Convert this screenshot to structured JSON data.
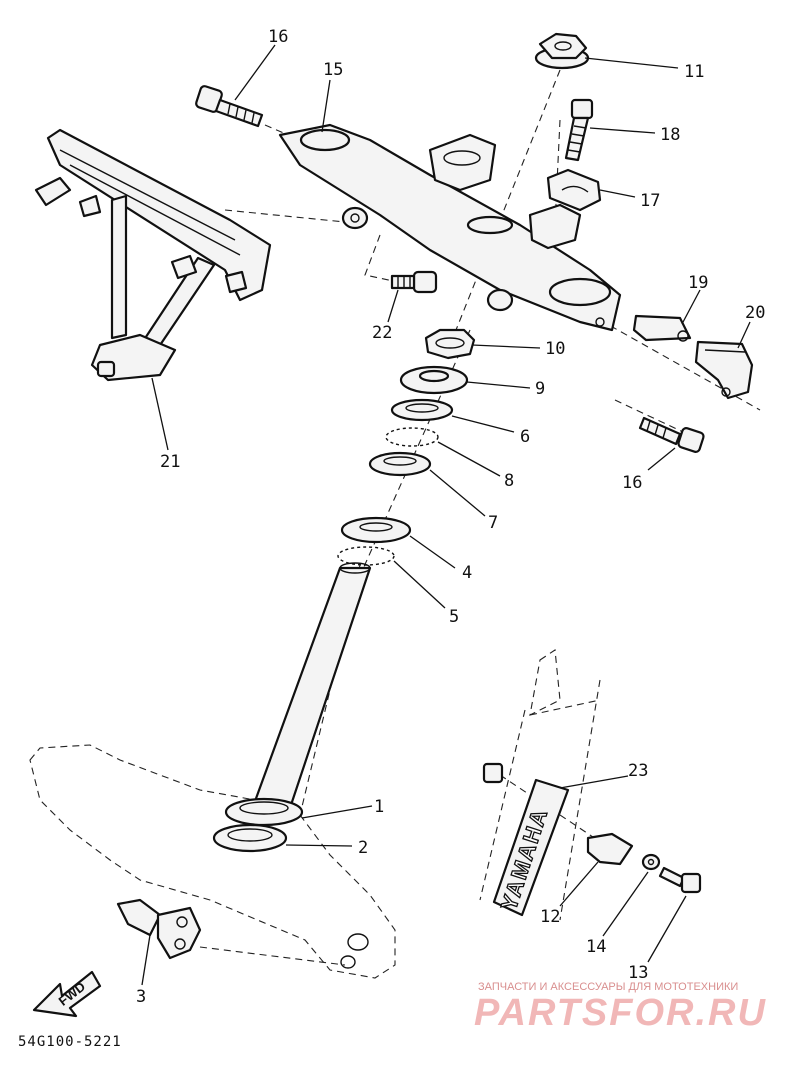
{
  "callouts": {
    "c1": "1",
    "c2": "2",
    "c3": "3",
    "c4": "4",
    "c5": "5",
    "c6": "6",
    "c7": "7",
    "c8": "8",
    "c9": "9",
    "c10": "10",
    "c11": "11",
    "c12": "12",
    "c13": "13",
    "c14": "14",
    "c15": "15",
    "c16a": "16",
    "c16b": "16",
    "c17": "17",
    "c18": "18",
    "c19": "19",
    "c20": "20",
    "c21": "21",
    "c22": "22",
    "c23": "23"
  },
  "fwd_label": "FWD",
  "fork_brand": "YAMAHA",
  "diagram_code": "54G100-5221",
  "watermark": {
    "tagline": "ЗАПЧАСТИ И АКСЕССУАРЫ ДЛЯ МОТОТЕХНИКИ",
    "logo": "PARTSFOR.RU"
  }
}
